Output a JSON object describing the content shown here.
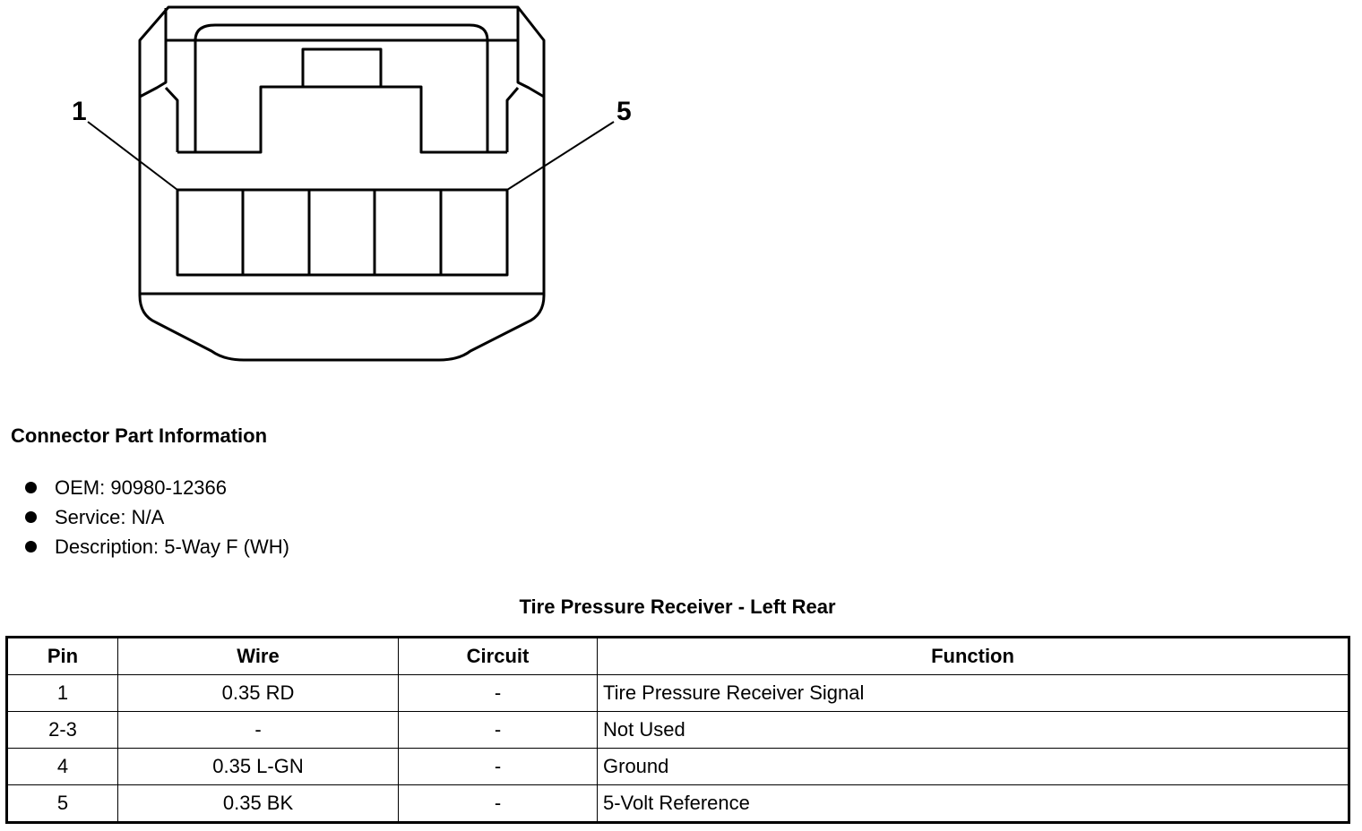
{
  "diagram": {
    "pin_label_left": "1",
    "pin_label_right": "5"
  },
  "connector_info": {
    "heading": "Connector Part Information",
    "items": [
      "OEM: 90980-12366",
      "Service: N/A",
      "Description: 5-Way F (WH)"
    ]
  },
  "table": {
    "title": "Tire Pressure Receiver - Left Rear",
    "headers": [
      "Pin",
      "Wire",
      "Circuit",
      "Function"
    ],
    "rows": [
      [
        "1",
        "0.35 RD",
        "-",
        "Tire Pressure Receiver Signal"
      ],
      [
        "2-3",
        "-",
        "-",
        "Not Used"
      ],
      [
        "4",
        "0.35 L-GN",
        "-",
        "Ground"
      ],
      [
        "5",
        "0.35 BK",
        "-",
        "5-Volt Reference"
      ]
    ]
  }
}
